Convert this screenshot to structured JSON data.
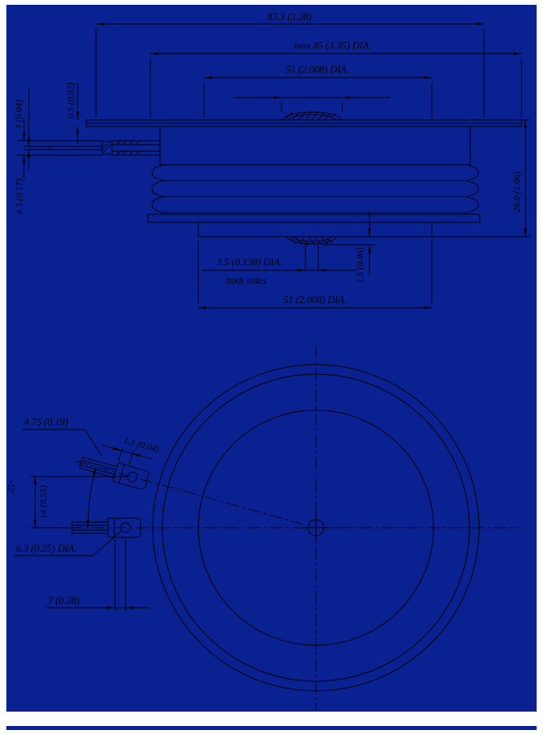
{
  "colors": {
    "page": "#ffffff",
    "background": "#0a2191",
    "line": "#000000"
  },
  "side_view": {
    "overall_width": "83.3 (3.28)",
    "max_dia": "max 85 (3.35) DIA.",
    "top_pole_dia": "51 (2.008) DIA.",
    "lid_thickness": "0.5 (0.02)",
    "flange_thickness": "1 (0.04)",
    "gate_tube_dia": "4.3 (0.17)",
    "overall_height": "26.9 (1.06)",
    "center_hole_dia": "3.5 (0.138) DIA.",
    "center_hole_note": "both sides",
    "dome_depth": "1.5 (0.06)",
    "bottom_pole_dia": "51 (2.008) DIA."
  },
  "top_view": {
    "tab_offset": "4.75 (0.19)",
    "tab_thickness": "1.1 (0.04)",
    "swing_angle": "25°",
    "tab_height": "14 (0.55)",
    "hole_dia": "6.3 (0.25) DIA.",
    "tube_offset": "7 (0.28)"
  }
}
